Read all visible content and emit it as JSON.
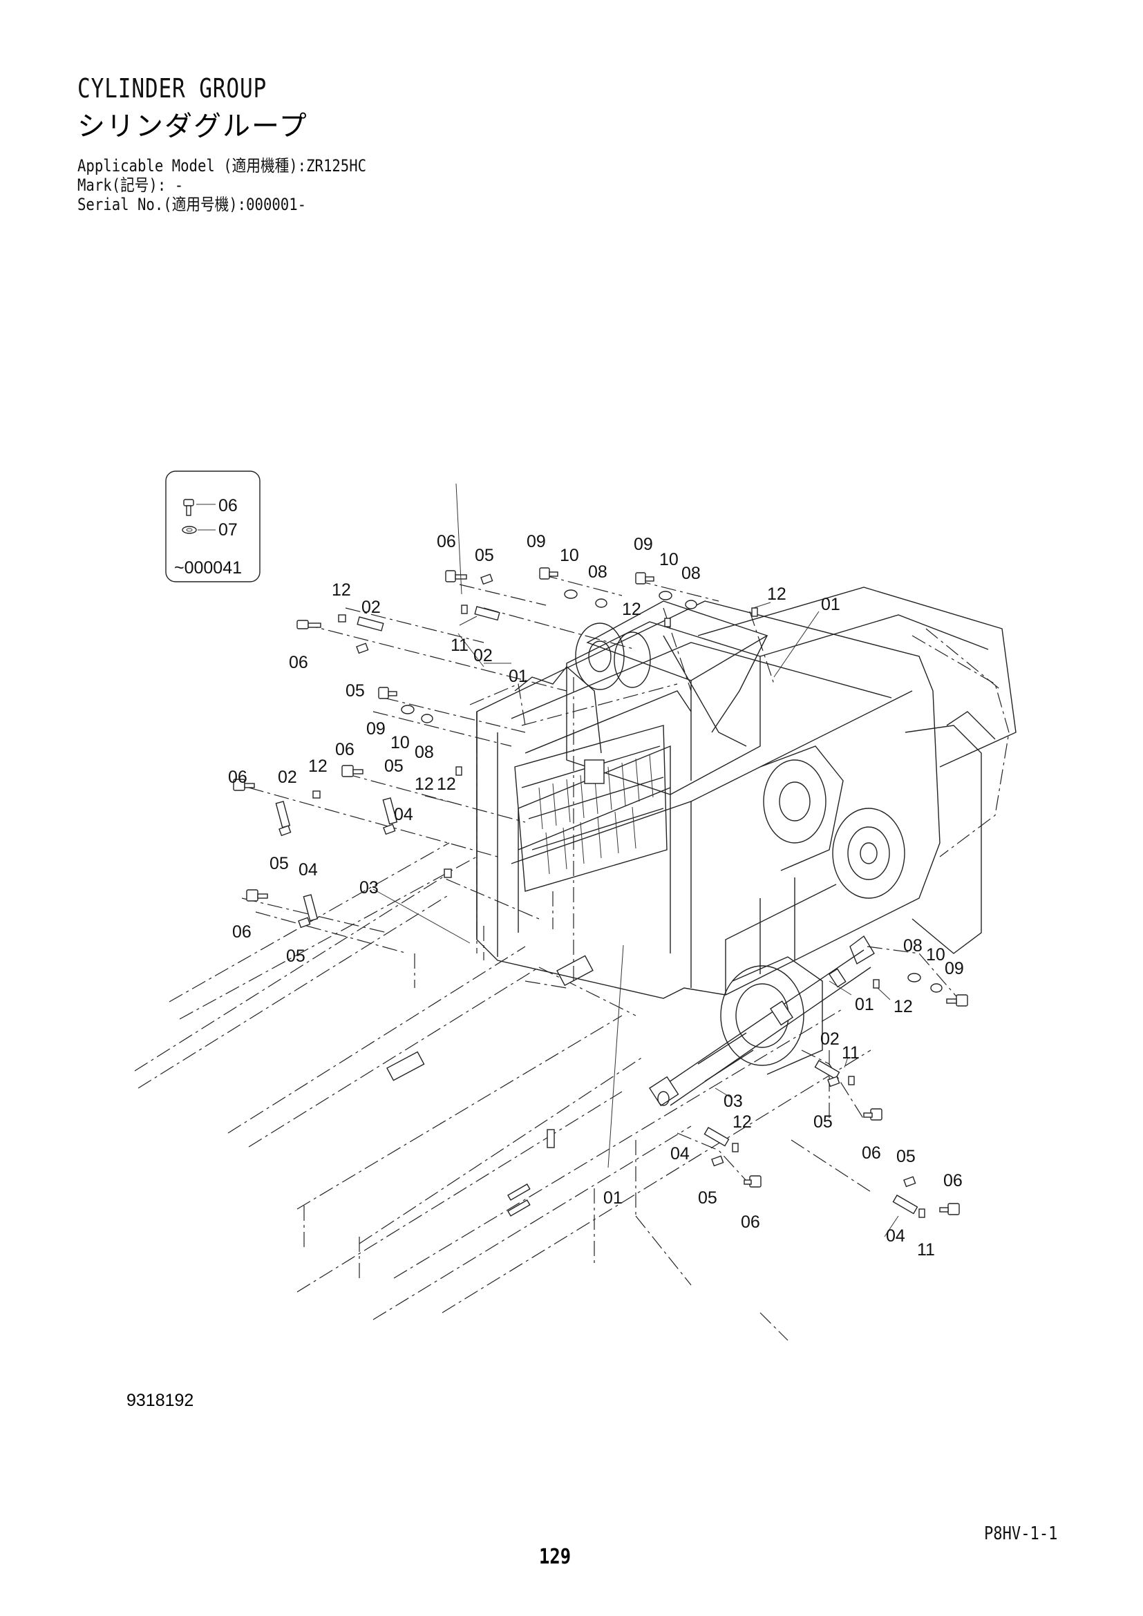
{
  "header": {
    "title_en": "CYLINDER GROUP",
    "title_ja": "シリンダグループ",
    "applicable_model": "Applicable Model (適用機種):ZR125HC",
    "mark": "Mark(記号): -",
    "serial_no": "Serial No.(適用号機):000001-"
  },
  "inset": {
    "callouts": [
      "06",
      "07"
    ],
    "serial_note": "~000041"
  },
  "callouts": {
    "c1": "06",
    "c2": "05",
    "c3": "09",
    "c4": "10",
    "c5": "08",
    "c6": "09",
    "c7": "10",
    "c8": "08",
    "c9": "12",
    "c10": "12",
    "c11": "01",
    "c12": "12",
    "c13": "02",
    "c14": "11",
    "c15": "02",
    "c16": "06",
    "c17": "05",
    "c18": "01",
    "c19": "09",
    "c20": "10",
    "c21": "08",
    "c22": "06",
    "c23": "12",
    "c24": "05",
    "c25": "06",
    "c26": "02",
    "c27": "12",
    "c28": "04",
    "c29": "12",
    "c30": "05",
    "c31": "04",
    "c32": "03",
    "c33": "06",
    "c34": "05",
    "c35": "08",
    "c36": "10",
    "c37": "09",
    "c38": "01",
    "c39": "12",
    "c40": "02",
    "c41": "11",
    "c42": "03",
    "c43": "12",
    "c44": "05",
    "c45": "04",
    "c46": "06",
    "c47": "05",
    "c48": "01",
    "c49": "05",
    "c50": "06",
    "c51": "06",
    "c52": "04",
    "c53": "11"
  },
  "footer": {
    "figure_number": "9318192",
    "page_code": "P8HV-1-1",
    "page_number": "129"
  }
}
